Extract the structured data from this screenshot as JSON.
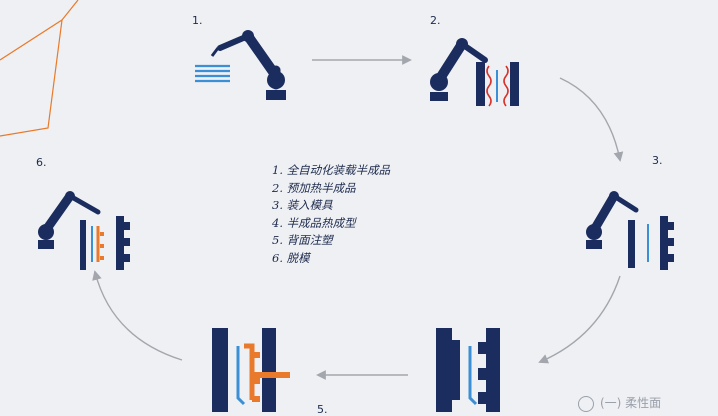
{
  "steps": [
    {
      "num": "1.",
      "desc": "全自动化装载半成品"
    },
    {
      "num": "2.",
      "desc": "预加热半成品"
    },
    {
      "num": "3.",
      "desc": "装入模具"
    },
    {
      "num": "4.",
      "desc": "半成品热成型"
    },
    {
      "num": "5.",
      "desc": "背面注塑"
    },
    {
      "num": "6.",
      "desc": "脱模"
    }
  ],
  "legend_items": [
    "1. 全自动化装载半成品",
    "2. 预加热半成品",
    "3. 装入模具",
    "4. 半成品热成型",
    "5. 背面注塑",
    "6. 脱模"
  ],
  "watermark": "(一)  柔性面",
  "colors": {
    "navy": "#1b2c5e",
    "blue": "#3a8fd6",
    "red": "#d9322a",
    "orange": "#e97a2b",
    "gray_arrow": "#a3a7ad",
    "background": "#eef0f3"
  },
  "icons": [
    "robot-arm-icon",
    "heater-icon",
    "mold-icon",
    "injection-icon"
  ]
}
